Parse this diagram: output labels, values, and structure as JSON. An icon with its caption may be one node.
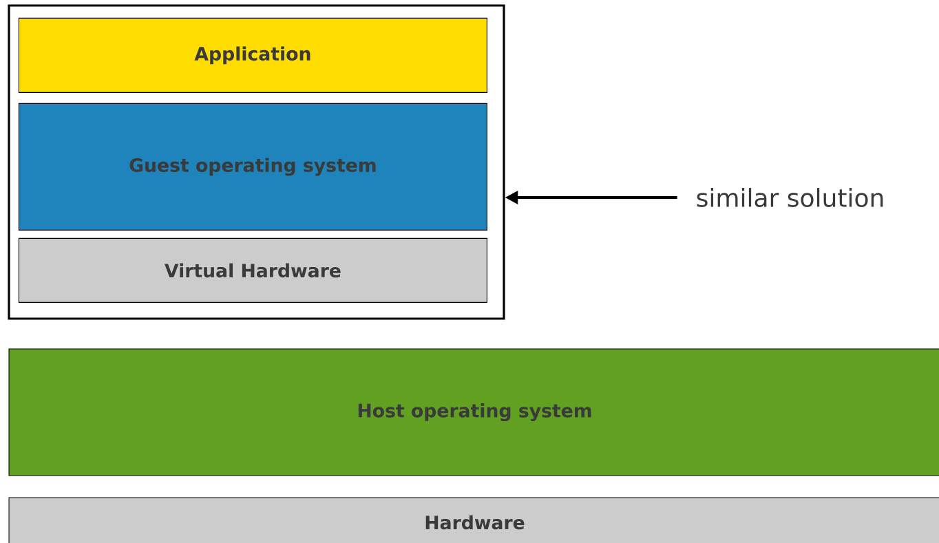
{
  "diagram": {
    "nodes": [
      {
        "text": [],
        "shape": "box"
      },
      {
        "text": [
          "Application"
        ],
        "in": 0
      },
      {
        "text": [
          "Guest operating system"
        ],
        "in": 0
      },
      {
        "text": [
          "Virtual Hardware"
        ],
        "in": 0
      },
      {
        "text": [
          "Host operating system"
        ]
      },
      {
        "text": [
          "Hardware"
        ]
      },
      {
        "text": [
          "similar solution"
        ]
      }
    ],
    "edges": [
      {
        "from": 6,
        "to": 0,
        "arrow": "to"
      }
    ]
  }
}
